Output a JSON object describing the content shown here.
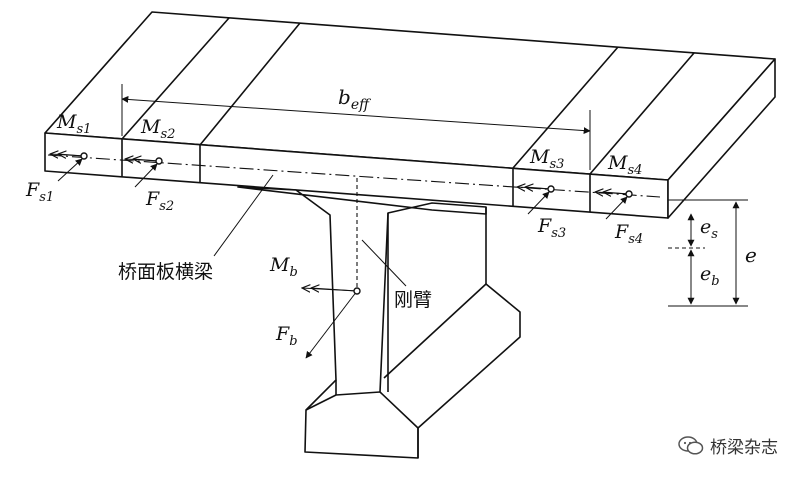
{
  "labels": {
    "beff_base": "b",
    "beff_sub": "eff",
    "ms1_base": "M",
    "ms1_sub": "s1",
    "ms2_base": "M",
    "ms2_sub": "s2",
    "ms3_base": "M",
    "ms3_sub": "s3",
    "ms4_base": "M",
    "ms4_sub": "s4",
    "fs1_base": "F",
    "fs1_sub": "s1",
    "fs2_base": "F",
    "fs2_sub": "s2",
    "fs3_base": "F",
    "fs3_sub": "s3",
    "fs4_base": "F",
    "fs4_sub": "s4",
    "mb_base": "M",
    "mb_sub": "b",
    "fb_base": "F",
    "fb_sub": "b",
    "es_base": "e",
    "es_sub": "s",
    "eb_base": "e",
    "eb_sub": "b",
    "e": "e",
    "deck_beam": "桥面板横梁",
    "rigid_arm": "刚臂"
  },
  "watermark": {
    "text": "桥梁杂志",
    "icon": "wechat-icon"
  }
}
